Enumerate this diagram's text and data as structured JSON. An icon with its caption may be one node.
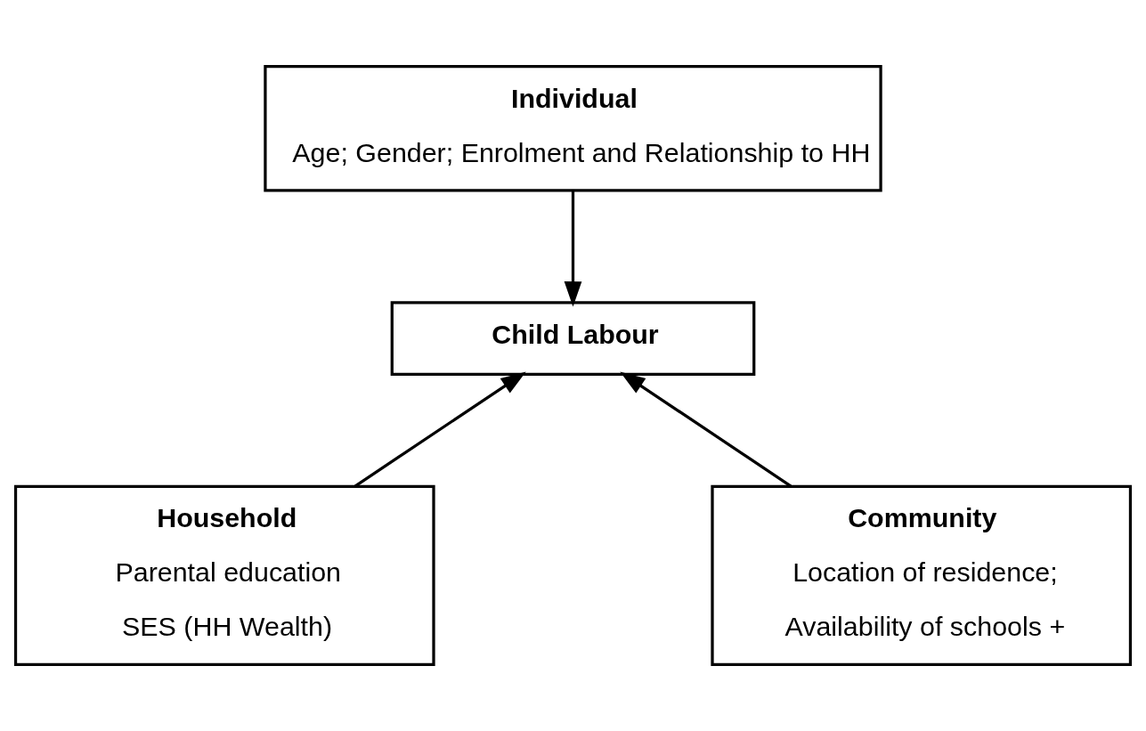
{
  "diagram": {
    "nodes": [
      {
        "text": [
          "Individual",
          "Age; Gender; Enrolment and Relationship to HH"
        ]
      },
      {
        "text": [
          "Child Labour"
        ]
      },
      {
        "text": [
          "Household",
          "Parental education",
          "SES (HH Wealth)"
        ]
      },
      {
        "text": [
          "Community",
          "Location of residence;",
          "Availability of schools +"
        ]
      }
    ],
    "edges": [
      {
        "from": 0,
        "to": 1,
        "arrow": "to"
      },
      {
        "from": 2,
        "to": 1,
        "arrow": "to"
      },
      {
        "from": 3,
        "to": 1,
        "arrow": "to"
      }
    ]
  }
}
